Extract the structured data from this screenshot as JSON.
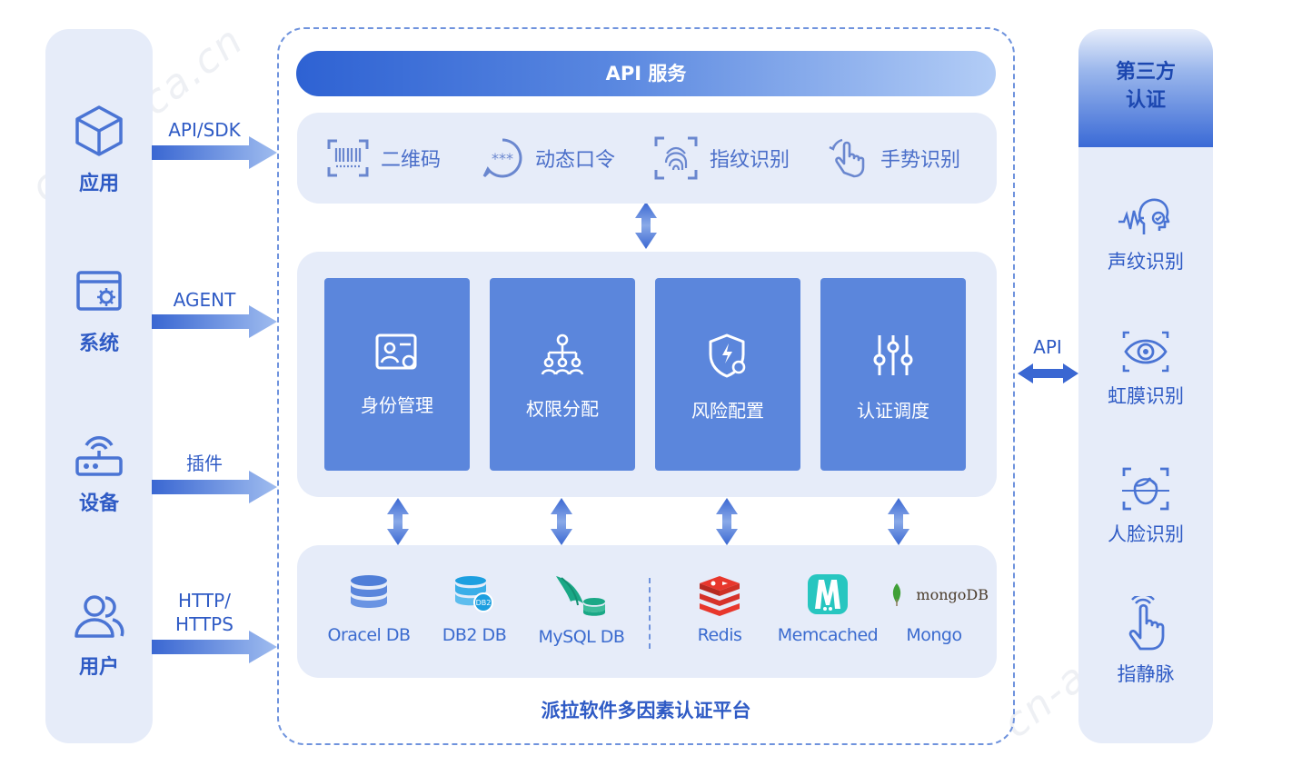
{
  "sources": [
    {
      "label": "应用",
      "icon": "cube-icon",
      "connection": "API/SDK"
    },
    {
      "label": "系统",
      "icon": "system-window-icon",
      "connection": "AGENT"
    },
    {
      "label": "设备",
      "icon": "router-device-icon",
      "connection": "插件"
    },
    {
      "label": "用户",
      "icon": "users-icon",
      "connection": "HTTP/\nHTTPS"
    }
  ],
  "platform": {
    "api_bar": "API 服务",
    "methods": [
      {
        "label": "二维码",
        "icon": "qr-barcode-icon"
      },
      {
        "label": "动态口令",
        "icon": "otp-bubble-icon"
      },
      {
        "label": "指纹识别",
        "icon": "fingerprint-icon"
      },
      {
        "label": "手势识别",
        "icon": "gesture-hand-icon"
      }
    ],
    "core": [
      {
        "label": "身份管理",
        "icon": "id-card-gear-icon"
      },
      {
        "label": "权限分配",
        "icon": "org-tree-icon"
      },
      {
        "label": "风险配置",
        "icon": "shield-gear-icon"
      },
      {
        "label": "认证调度",
        "icon": "sliders-icon"
      }
    ],
    "databases": [
      {
        "label": "Oracel DB",
        "icon": "database-icon"
      },
      {
        "label": "DB2 DB",
        "icon": "db2-icon"
      },
      {
        "label": "MySQL DB",
        "icon": "mysql-icon"
      },
      {
        "label": "Redis",
        "icon": "redis-icon"
      },
      {
        "label": "Memcached",
        "icon": "memcached-icon"
      },
      {
        "label": "Mongo",
        "icon": "mongodb-icon",
        "logo_text": "mongoDB"
      }
    ],
    "title": "派拉软件多因素认证平台"
  },
  "third_party": {
    "title_line1": "第三方",
    "title_line2": "认证",
    "api_label": "API",
    "items": [
      {
        "label": "声纹识别",
        "icon": "voiceprint-icon"
      },
      {
        "label": "虹膜识别",
        "icon": "iris-eye-icon"
      },
      {
        "label": "人脸识别",
        "icon": "face-scan-icon"
      },
      {
        "label": "指静脉",
        "icon": "finger-vein-icon"
      }
    ]
  },
  "watermark": "cn-africa.cn"
}
